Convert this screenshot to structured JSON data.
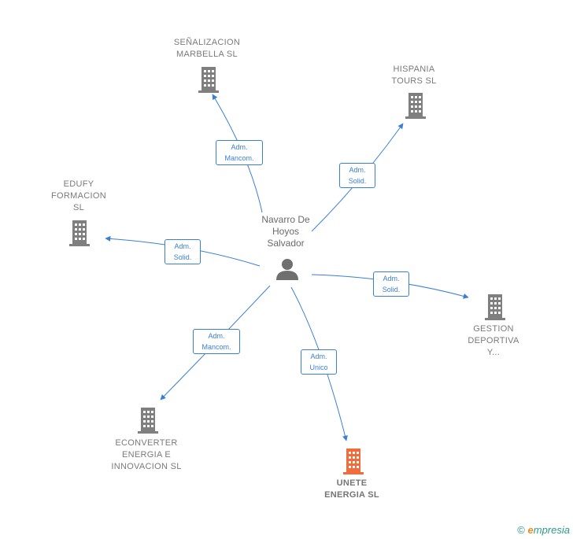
{
  "colors": {
    "edge": "#3a7fd6",
    "building": "#7f7f7f",
    "building_highlight": "#f26b3a",
    "person": "#6f6f6f",
    "brand": "#2a9a8a"
  },
  "center": {
    "name": "Navarro De\nHoyos\nSalvador",
    "icon": "person-icon"
  },
  "nodes": [
    {
      "id": "senalizacion",
      "label": "SEÑALIZACION\nMARBELLA  SL",
      "icon": "building-icon",
      "highlight": false
    },
    {
      "id": "hispania",
      "label": "HISPANIA\nTOURS  SL",
      "icon": "building-icon",
      "highlight": false
    },
    {
      "id": "edufy",
      "label": "EDUFY\nFORMACION\nSL",
      "icon": "building-icon",
      "highlight": false
    },
    {
      "id": "gestion",
      "label": "GESTION\nDEPORTIVA\nY...",
      "icon": "building-icon",
      "highlight": false
    },
    {
      "id": "econverter",
      "label": "ECONVERTER\nENERGIA E\nINNOVACION SL",
      "icon": "building-icon",
      "highlight": false
    },
    {
      "id": "unete",
      "label": "UNETE\nENERGIA  SL",
      "icon": "building-icon",
      "highlight": true
    }
  ],
  "edges": [
    {
      "to": "senalizacion",
      "label": "Adm.\nMancom."
    },
    {
      "to": "hispania",
      "label": "Adm.\nSolid."
    },
    {
      "to": "edufy",
      "label": "Adm.\nSolid."
    },
    {
      "to": "gestion",
      "label": "Adm.\nSolid."
    },
    {
      "to": "econverter",
      "label": "Adm.\nMancom."
    },
    {
      "to": "unete",
      "label": "Adm.\nUnico"
    }
  ],
  "footer": {
    "copyright": "©",
    "brand_initial": "e",
    "brand_rest": "mpresia"
  }
}
